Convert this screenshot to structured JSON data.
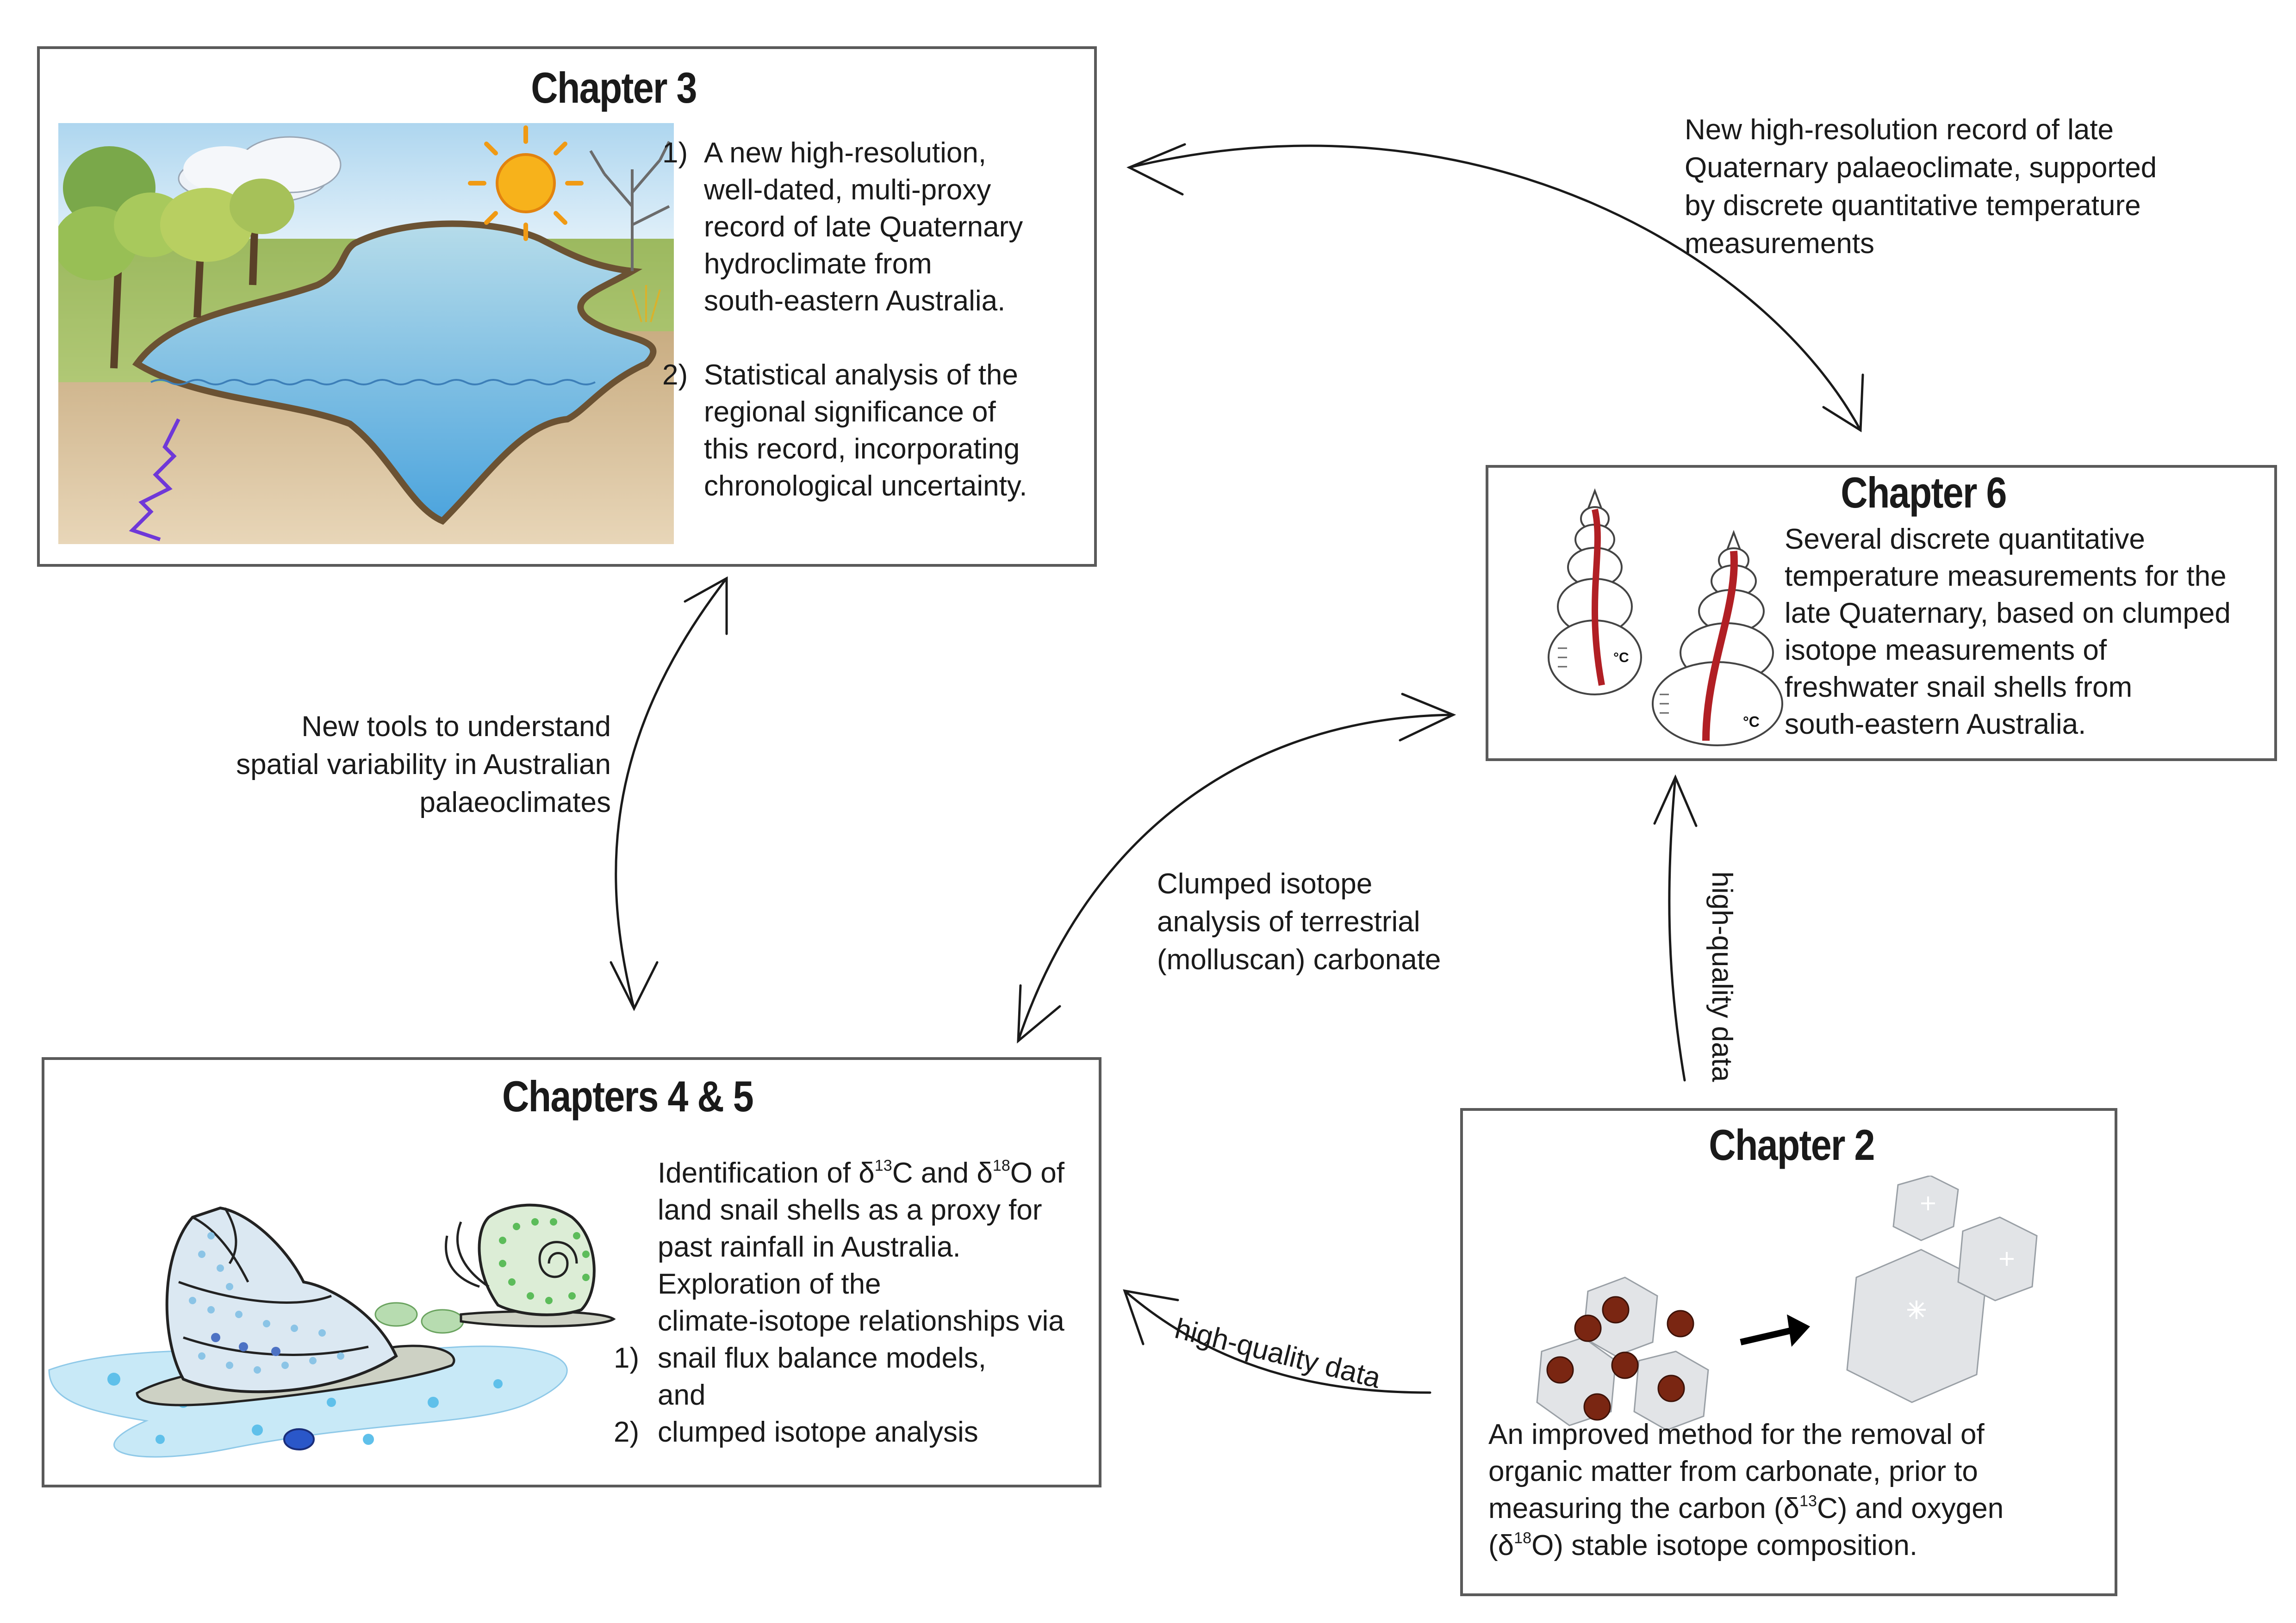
{
  "chapter3": {
    "title": "Chapter 3",
    "items": [
      {
        "num": "1)",
        "text": "A new high-resolution,\nwell-dated, multi-proxy\nrecord of late Quaternary\nhydroclimate from\nsouth-eastern Australia."
      },
      {
        "num": "2)",
        "text": "Statistical analysis of the\nregional significance of\nthis record, incorporating\nchronological uncertainty."
      }
    ]
  },
  "chapter6": {
    "title": "Chapter 6",
    "text": "Several discrete quantitative\ntemperature measurements for the\nlate Quaternary, based on clumped\nisotope measurements of\nfreshwater snail shells from\nsouth-eastern Australia.",
    "shell_label": "°C"
  },
  "chapters45": {
    "title": "Chapters 4 & 5",
    "line1_pre": "Identification of δ",
    "line1_sup1": "13",
    "line1_mid": "C and δ",
    "line1_sup2": "18",
    "line1_post": "O of",
    "lines": [
      "land snail shells as a proxy for",
      "past rainfall in Australia.",
      "Exploration of the",
      "climate-isotope relationships via"
    ],
    "list": [
      {
        "num": "1)",
        "text": "snail flux balance models,"
      },
      {
        "num": "",
        "text": "and"
      },
      {
        "num": "2)",
        "text": "clumped isotope analysis"
      }
    ]
  },
  "chapter2": {
    "title": "Chapter 2",
    "line1": "An improved method for the removal of",
    "line2": "organic matter from carbonate, prior to",
    "line3_pre": "measuring the carbon (δ",
    "line3_sup": "13",
    "line3_post": "C) and oxygen",
    "line4_pre": "(δ",
    "line4_sup": "18",
    "line4_post": "O) stable isotope composition."
  },
  "arrows": {
    "top_right": "New high-resolution record of late\nQuaternary palaeoclimate, supported\nby discrete quantitative temperature\nmeasurements",
    "left": "New tools to understand\nspatial variability in Australian\npalaeoclimates",
    "middle": "Clumped isotope\nanalysis of terrestrial\n(molluscan) carbonate",
    "vertical": "high-quality data",
    "bottom": "high-quality data"
  }
}
